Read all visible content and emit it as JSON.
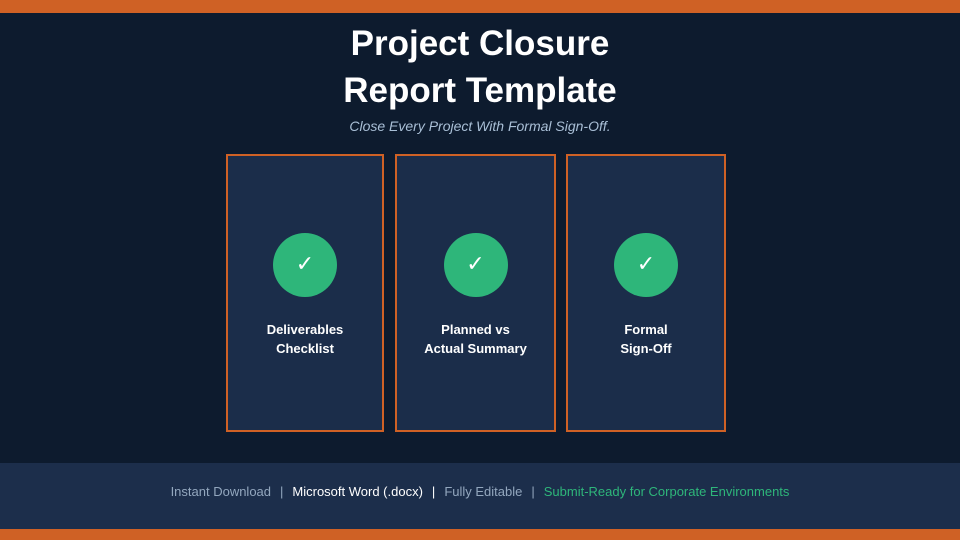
{
  "header": {
    "title_line1": "Project Closure",
    "title_line2": "Report Template",
    "subtitle": "Close Every Project With Formal Sign-Off."
  },
  "cards": [
    {
      "icon": "check-icon",
      "glyph": "✓",
      "line1": "Deliverables",
      "line2": "Checklist"
    },
    {
      "icon": "check-icon",
      "glyph": "✓",
      "line1": "Planned vs",
      "line2": "Actual Summary"
    },
    {
      "icon": "check-icon",
      "glyph": "✓",
      "line1": "Formal",
      "line2": "Sign-Off"
    }
  ],
  "footer": {
    "item1": "Instant Download",
    "item2": "Microsoft Word (.docx)",
    "item3": "Fully Editable",
    "item4": "Submit-Ready for Corporate Environments",
    "separator": "|"
  },
  "colors": {
    "background": "#0d1b2e",
    "accent_orange": "#cf6125",
    "card_fill": "#1b2d4a",
    "check_green": "#2eb67a",
    "subtitle_blue": "#a9bfd6"
  }
}
